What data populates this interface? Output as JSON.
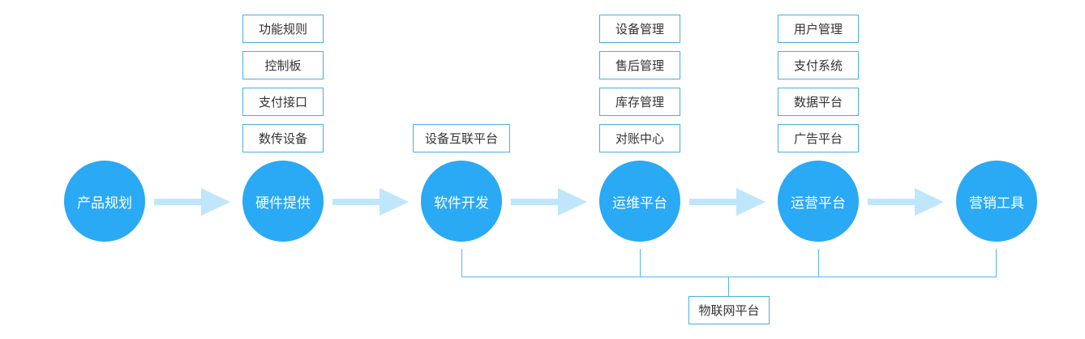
{
  "colors": {
    "node": "#2aa9f4",
    "arrow": "#bfe6fb",
    "line": "#56b6e6",
    "box_border": "#4aaee0"
  },
  "stages": [
    {
      "label": "产品规划",
      "items": []
    },
    {
      "label": "硬件提供",
      "items": [
        "功能规则",
        "控制板",
        "支付接口",
        "数传设备"
      ]
    },
    {
      "label": "软件开发",
      "items": [
        "设备互联平台"
      ]
    },
    {
      "label": "运维平台",
      "items": [
        "设备管理",
        "售后管理",
        "库存管理",
        "对账中心"
      ]
    },
    {
      "label": "运营平台",
      "items": [
        "用户管理",
        "支付系统",
        "数据平台",
        "广告平台"
      ]
    },
    {
      "label": "营销工具",
      "items": []
    }
  ],
  "platform": {
    "label": "物联网平台"
  }
}
